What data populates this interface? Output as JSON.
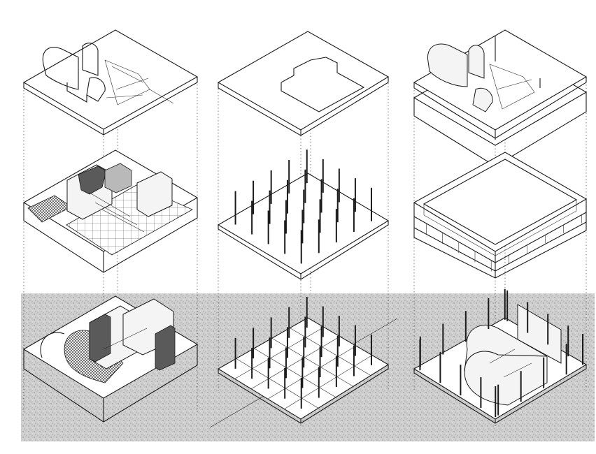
{
  "figure": {
    "columns": [
      {
        "id": "plan",
        "levels": [
          "roof-plan",
          "first-floor-plan",
          "ground-floor-plan"
        ]
      },
      {
        "id": "structure",
        "levels": [
          "roof-slab",
          "first-floor-columns",
          "ground-floor-columns"
        ]
      },
      {
        "id": "enclosure",
        "levels": [
          "roof-walls",
          "ribbon-window-band",
          "ground-floor-curved-wall"
        ]
      }
    ],
    "ground_band_color": "#c9c9c9",
    "line_color": "#1a1a1a"
  }
}
